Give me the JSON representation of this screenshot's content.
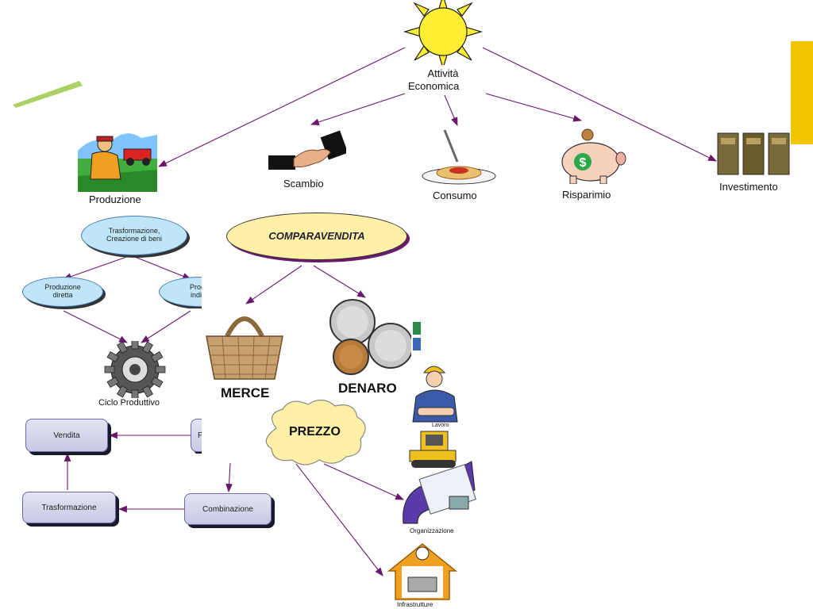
{
  "center": {
    "line1": "Attività",
    "line2": "Economica"
  },
  "activities": {
    "produzione": "Produzione",
    "scambio": "Scambio",
    "consumo": "Consumo",
    "risparmio": "Risparimio",
    "investimento": "Investimento"
  },
  "production": {
    "trasformazione": [
      "Trasformazione,",
      "Creazione di beni"
    ],
    "diretta": [
      "Produzione",
      "diretta"
    ],
    "indiretta": [
      "Produ",
      "indire"
    ],
    "ciclo": "Ciclo Produttivo",
    "cycle_boxes": {
      "vendita": "Vendita",
      "trasformazione": "Trasformazione",
      "combinazione": "Combinazione",
      "partial": "F"
    }
  },
  "exchange": {
    "compravendita": "COMPARAVENDITA",
    "merce": "MERCE",
    "denaro": "DENARO",
    "prezzo": "PREZZO"
  },
  "factors": {
    "lavoro": "Lavoro",
    "organizzazione": "Organizzazione",
    "infrastrutture": "Infrastrutture"
  },
  "colors": {
    "arrow": "#6a1a6a",
    "sun": "#ffee33",
    "ellipse": "#bfe6f8",
    "compravendita": "#fff0a8",
    "accent_bar": "#f2c400"
  }
}
